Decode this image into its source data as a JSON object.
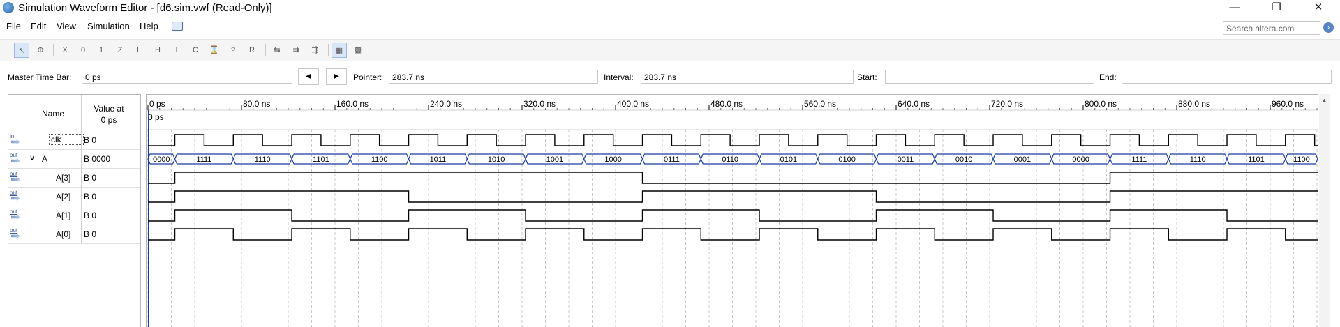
{
  "window": {
    "title": "Simulation Waveform Editor - [d6.sim.vwf (Read-Only)]",
    "minimize": "—",
    "restore": "❐",
    "close": "✕"
  },
  "menu": [
    "File",
    "Edit",
    "View",
    "Simulation",
    "Help"
  ],
  "search": {
    "placeholder": "Search altera.com"
  },
  "toolbar": {
    "icons": [
      "select-icon",
      "zoom-icon",
      "force-unknown-icon",
      "force-low-icon",
      "force-high-icon",
      "force-high-z-icon",
      "force-weak-low-icon",
      "invert-icon",
      "count-value-icon",
      "clock-icon",
      "overwrite-icon",
      "random-icon",
      "arbitrary-value-icon",
      "snap-icon",
      "group-icon",
      "ungroup-icon",
      "grid-icon",
      "settings-icon"
    ]
  },
  "timebar": {
    "master_label": "Master Time Bar:",
    "master_value": "0 ps",
    "pointer_label": "Pointer:",
    "pointer_value": "283.7 ns",
    "interval_label": "Interval:",
    "interval_value": "283.7 ns",
    "start_label": "Start:",
    "start_value": "",
    "end_label": "End:",
    "end_value": ""
  },
  "signals": {
    "name_header": "Name",
    "value_header_line1": "Value at",
    "value_header_line2": "0 ps",
    "rows": [
      {
        "io": "in",
        "name": "clk",
        "value": "B 0"
      },
      {
        "io": "out",
        "name": "A",
        "value": "B 0000"
      },
      {
        "io": "out",
        "name": "A[3]",
        "value": "B 0"
      },
      {
        "io": "out",
        "name": "A[2]",
        "value": "B 0"
      },
      {
        "io": "out",
        "name": "A[1]",
        "value": "B 0"
      },
      {
        "io": "out",
        "name": "A[0]",
        "value": "B 0"
      }
    ]
  },
  "timeline": {
    "ticks": [
      "0 ps",
      "80.0 ns",
      "160.0 ns",
      "240.0 ns",
      "320.0 ns",
      "400.0 ns",
      "480.0 ns",
      "560.0 ns",
      "640.0 ns",
      "720.0 ns",
      "800.0 ns",
      "880.0 ns",
      "960.0 ns"
    ],
    "cursor_label": "0 ps",
    "colors": {
      "bus": "#1a3fa0",
      "signal": "#000000",
      "grid": "#c9c9c9",
      "cursor": "#1a3fa0"
    }
  },
  "bus_values": [
    "0000",
    "1111",
    "1110",
    "1101",
    "1100",
    "1011",
    "1010",
    "1001",
    "1000",
    "0111",
    "0110",
    "0101",
    "0100",
    "0011",
    "0010",
    "0001",
    "0000",
    "1111",
    "1110",
    "1101",
    "1100"
  ]
}
